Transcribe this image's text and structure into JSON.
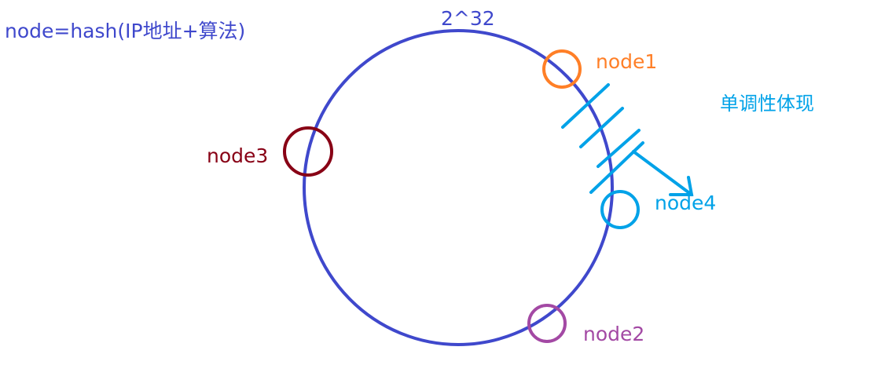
{
  "formula": "node=hash(IP地址+算法)",
  "ring_label": "2^32",
  "annotation": "单调性体现",
  "nodes": {
    "node1": "node1",
    "node2": "node2",
    "node3": "node3",
    "node4": "node4"
  },
  "colors": {
    "ring": "#3f48cc",
    "formula": "#3f48cc",
    "node1": "#ff7f27",
    "node2": "#a349a4",
    "node3": "#880015",
    "node4": "#00a2e8",
    "annotation": "#00a2e8"
  }
}
